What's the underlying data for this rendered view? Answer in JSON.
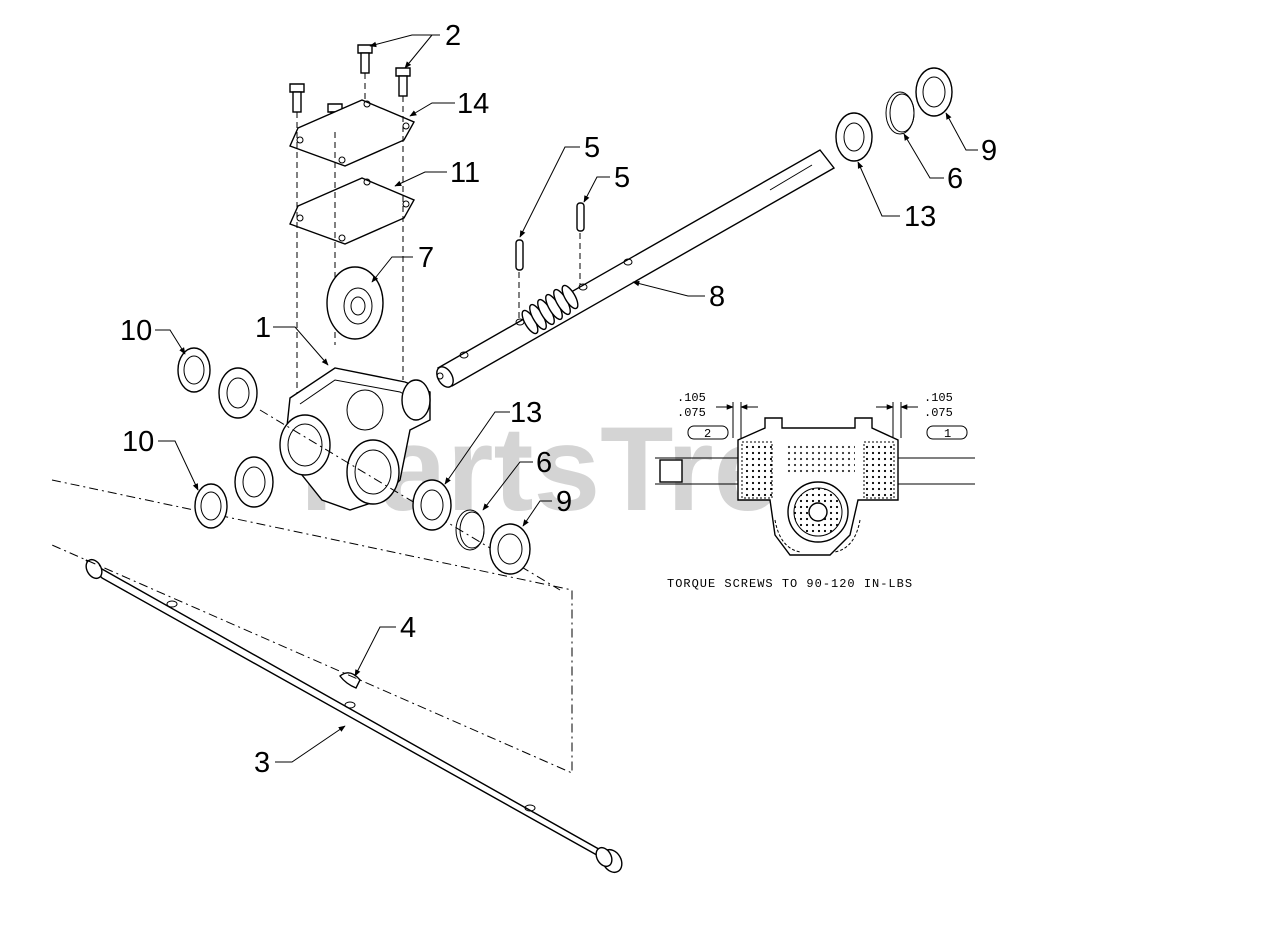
{
  "callouts": {
    "c1": "1",
    "c2": "2",
    "c3": "3",
    "c4": "4",
    "c5a": "5",
    "c5b": "5",
    "c6a": "6",
    "c6b": "6",
    "c7": "7",
    "c8": "8",
    "c9a": "9",
    "c9b": "9",
    "c10a": "10",
    "c10b": "10",
    "c11": "11",
    "c13a": "13",
    "c13b": "13",
    "c14": "14"
  },
  "detail": {
    "left_dim_top": ".105",
    "left_dim_bottom": ".075",
    "left_tag": "2",
    "right_dim_top": ".105",
    "right_dim_bottom": ".075",
    "right_tag": "1",
    "torque_note": "TORQUE SCREWS TO 90-120 IN-LBS"
  },
  "watermark": "PartsTree"
}
